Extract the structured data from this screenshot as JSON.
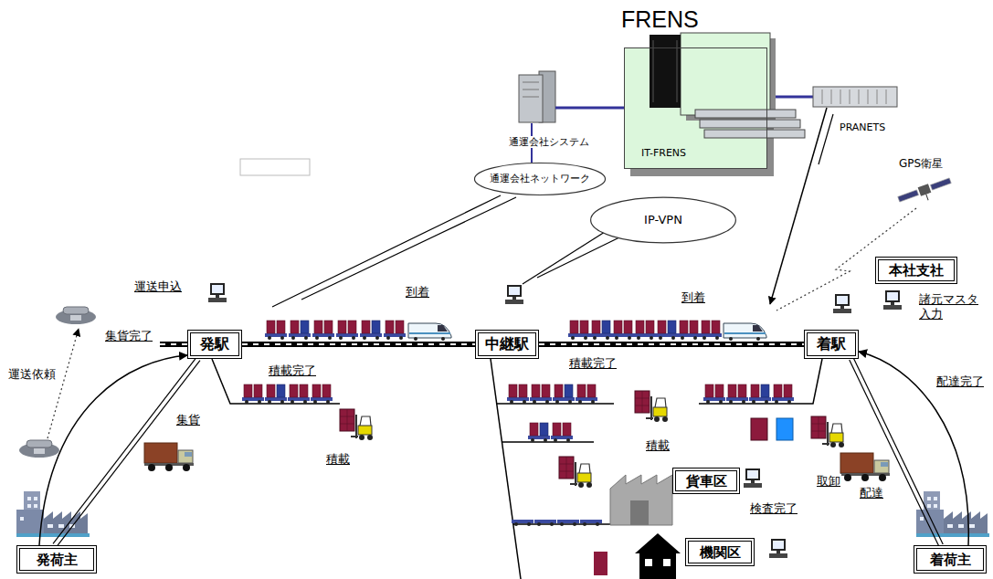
{
  "diagram": {
    "title": "FRENS",
    "nodes": [
      {
        "text": [
          "IT-FRENS"
        ]
      },
      {
        "text": [
          "通運会社ネットワーク"
        ]
      },
      {
        "text": [
          "IP-VPN"
        ]
      },
      {
        "text": [
          "本社支社"
        ]
      },
      {
        "text": [
          "発駅"
        ]
      },
      {
        "text": [
          "中継駅"
        ]
      },
      {
        "text": [
          "着駅"
        ]
      },
      {
        "text": [
          "貨車区"
        ]
      },
      {
        "text": [
          "機関区"
        ]
      },
      {
        "text": [
          "発荷主"
        ]
      },
      {
        "text": [
          "着荷主"
        ]
      }
    ],
    "edges": [
      {
        "from": 9,
        "to": 4,
        "arrow": "to",
        "label": "集貨完了"
      },
      {
        "from": 10,
        "to": 6,
        "arrow": "to",
        "label": "配達完了"
      },
      {
        "from": 4,
        "to": 5,
        "arrow": "none"
      },
      {
        "from": 5,
        "to": 6,
        "arrow": "none"
      },
      {
        "from": 4,
        "to": 9,
        "arrow": "none"
      },
      {
        "from": 6,
        "to": 10,
        "arrow": "none"
      }
    ],
    "labels": [
      "通運会社システム",
      "PRANETS",
      "GPS衛星",
      "諸元マスタ 入力",
      "運送申込",
      "到着",
      "到着",
      "運送依頼",
      "集貨",
      "積載完了",
      "積載",
      "積載完了",
      "積載",
      "取卸",
      "配達",
      "検査完了"
    ]
  }
}
